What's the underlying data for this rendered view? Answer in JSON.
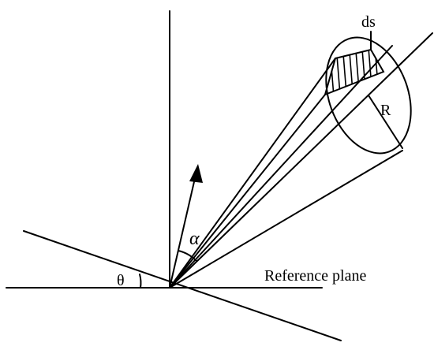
{
  "labels": {
    "ds": "ds",
    "radius": "R",
    "alpha": "α",
    "theta": "θ",
    "reference_plane": "Reference plane"
  }
}
